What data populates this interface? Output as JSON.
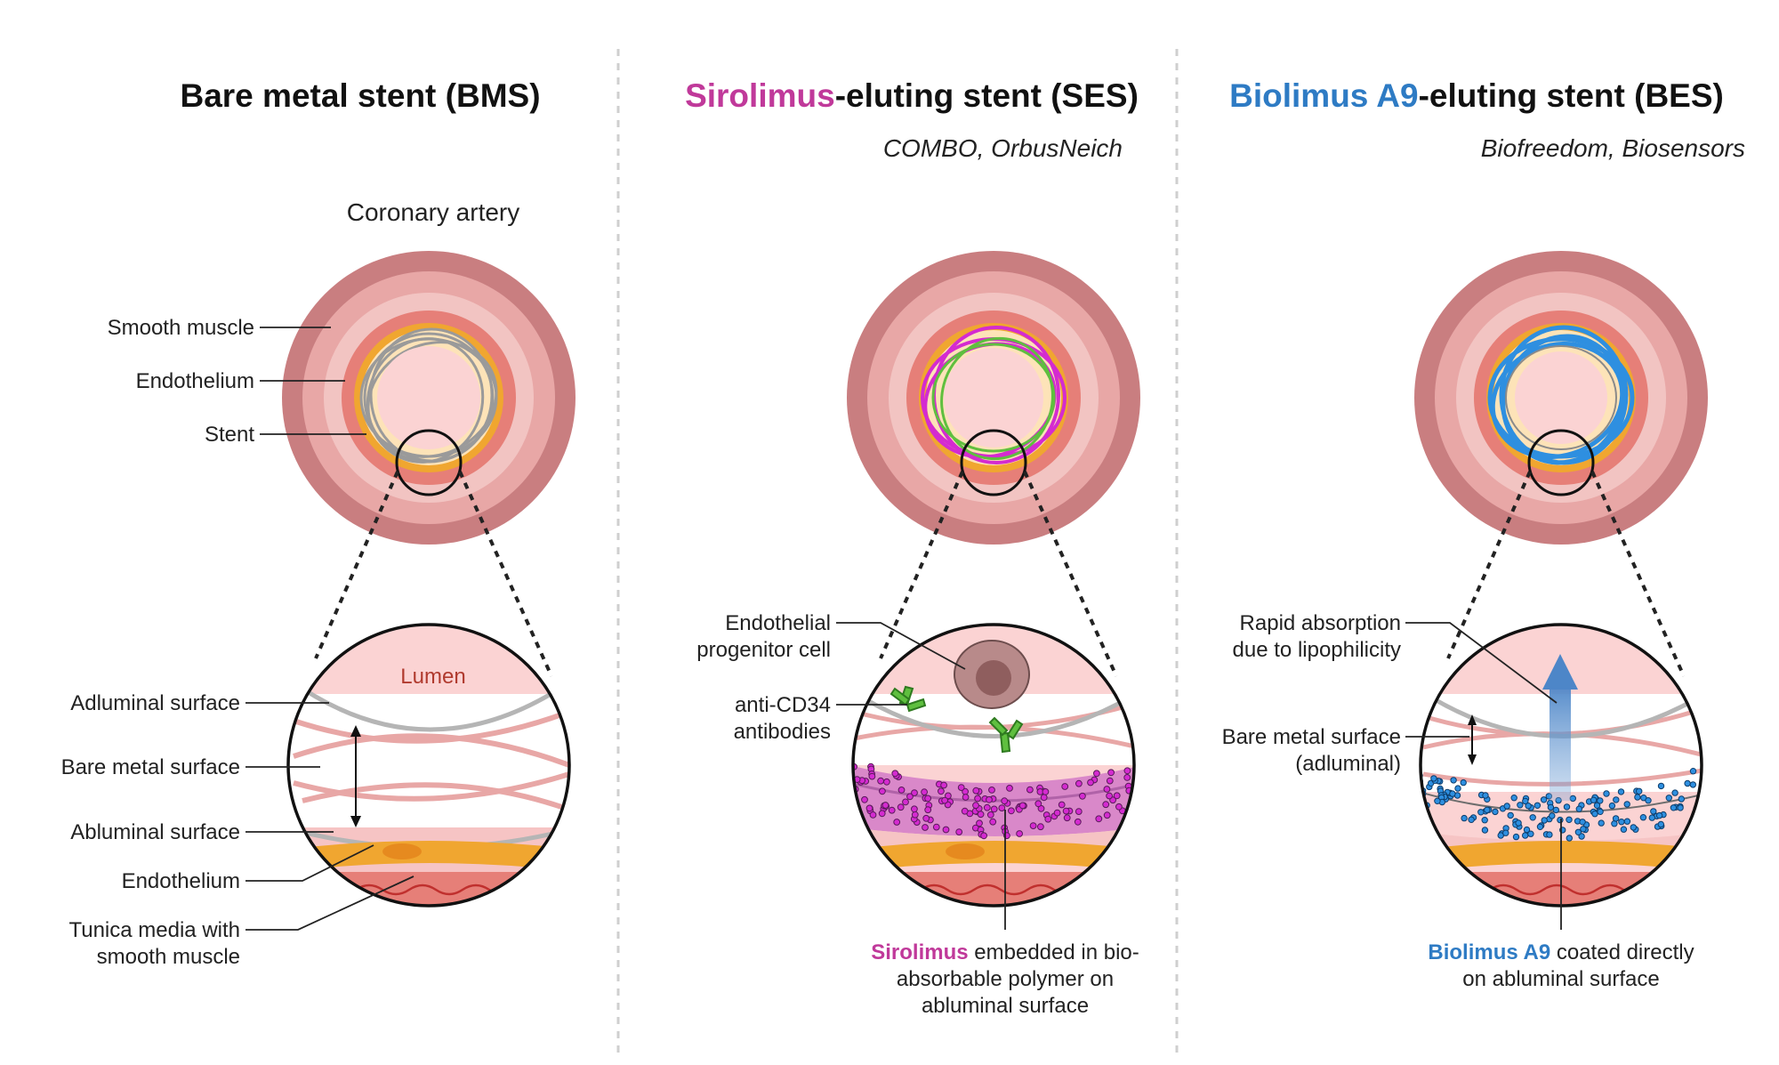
{
  "panels": {
    "bms": {
      "title": "Bare metal stent (BMS)",
      "artery_label": "Coronary artery",
      "labels": {
        "smooth_muscle": "Smooth muscle",
        "endothelium": "Endothelium",
        "stent": "Stent",
        "lumen": "Lumen",
        "adluminal": "Adluminal surface",
        "bare_metal": "Bare metal surface",
        "abluminal": "Abluminal surface",
        "endothelium_zoom": "Endothelium",
        "tunica_line1": "Tunica media with",
        "tunica_line2": "smooth muscle"
      }
    },
    "ses": {
      "title_drug": "Sirolimus",
      "title_rest": "-eluting stent (SES)",
      "subtitle": "COMBO, OrbusNeich",
      "labels": {
        "epc_line1": "Endothelial",
        "epc_line2": "progenitor cell",
        "cd34_line1": "anti-CD34",
        "cd34_line2": "antibodies",
        "bottom_drug": "Sirolimus",
        "bottom_line1_rest": " embedded in bio-",
        "bottom_line2": "absorbable polymer on",
        "bottom_line3": "abluminal surface"
      }
    },
    "bes": {
      "title_drug": "Biolimus A9",
      "title_rest": "-eluting stent (BES)",
      "subtitle": "Biofreedom, Biosensors",
      "labels": {
        "rapid_line1": "Rapid absorption",
        "rapid_line2": "due to lipophilicity",
        "bare_line1": "Bare metal surface",
        "bare_line2": "(adluminal)",
        "bottom_drug": "Biolimus A9",
        "bottom_line1_rest": " coated directly",
        "bottom_line2": "on abluminal surface"
      }
    }
  },
  "colors": {
    "sirolimus": "#c0399a",
    "biolimus": "#2e7bc4",
    "polymer_ring": "#d42bd0",
    "antibody_green": "#5fbf3f",
    "media": "#e59a98",
    "adventitia": "#c97e80",
    "lumen": "#fbd3d3",
    "endothelium": "#f0a630"
  }
}
